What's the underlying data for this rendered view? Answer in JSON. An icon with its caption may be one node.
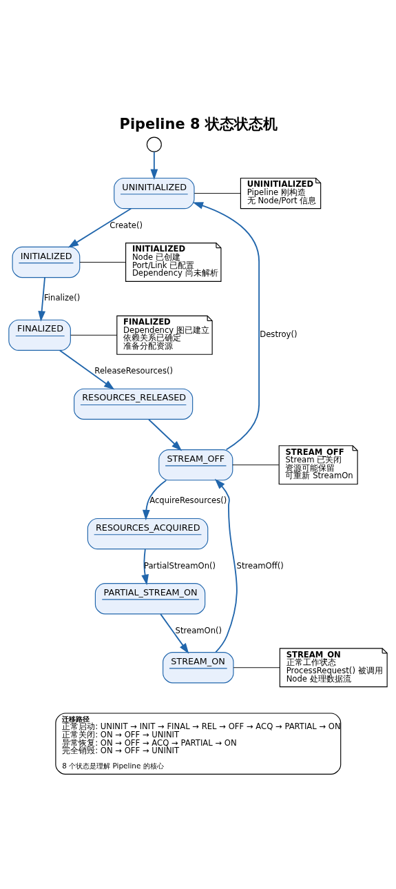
{
  "diagram": {
    "title": "Pipeline 8 状态状态机",
    "nodes": [
      {
        "text": [],
        "shape": "circle"
      },
      {
        "text": [
          "UNINITIALIZED"
        ]
      },
      {
        "text": [
          "INITIALIZED"
        ]
      },
      {
        "text": [
          "FINALIZED"
        ]
      },
      {
        "text": [
          "RESOURCES_RELEASED"
        ]
      },
      {
        "text": [
          "STREAM_OFF"
        ]
      },
      {
        "text": [
          "RESOURCES_ACQUIRED"
        ]
      },
      {
        "text": [
          "PARTIAL_STREAM_ON"
        ]
      },
      {
        "text": [
          "STREAM_ON"
        ]
      },
      {
        "text": [
          "UNINITIALIZED",
          "Pipeline 刚构造",
          "无 Node/Port 信息"
        ]
      },
      {
        "text": [
          "INITIALIZED",
          "Node 已创建",
          "Port/Link 已配置",
          "Dependency 尚未解析"
        ]
      },
      {
        "text": [
          "FINALIZED",
          "Dependency 图已建立",
          "依赖关系已确定",
          "准备分配资源"
        ]
      },
      {
        "text": [
          "STREAM_OFF",
          "Stream 已关闭",
          "资源可能保留",
          "可重新 StreamOn"
        ]
      },
      {
        "text": [
          "STREAM_ON",
          "正常工作状态",
          "ProcessRequest() 被调用",
          "Node 处理数据流"
        ]
      },
      {
        "text": [
          "迁移路径",
          "正常启动: UNINIT → INIT → FINAL → REL → OFF → ACQ → PARTIAL → ON",
          "正常关闭: ON → OFF → UNINIT",
          "异常恢复: ON → OFF → ACQ → PARTIAL → ON",
          "完全销毁: ON → OFF → UNINIT",
          "8 个状态是理解 Pipeline 的核心"
        ]
      }
    ],
    "edges": [
      {
        "from": 0,
        "to": 1,
        "arrow": "to"
      },
      {
        "from": 1,
        "to": 2,
        "arrow": "to",
        "label": "Create()"
      },
      {
        "from": 2,
        "to": 3,
        "arrow": "to",
        "label": "Finalize()"
      },
      {
        "from": 3,
        "to": 4,
        "arrow": "to",
        "label": "ReleaseResources()"
      },
      {
        "from": 4,
        "to": 5,
        "arrow": "to"
      },
      {
        "from": 5,
        "to": 1,
        "arrow": "to",
        "label": "Destroy()"
      },
      {
        "from": 5,
        "to": 6,
        "arrow": "to",
        "label": "AcquireResources()"
      },
      {
        "from": 6,
        "to": 7,
        "arrow": "to",
        "label": "PartialStreamOn()"
      },
      {
        "from": 7,
        "to": 8,
        "arrow": "to",
        "label": "StreamOn()"
      },
      {
        "from": 8,
        "to": 5,
        "arrow": "to",
        "label": "StreamOff()"
      },
      {
        "from": 1,
        "to": 9,
        "arrow": "none",
        "color": "#000000"
      },
      {
        "from": 2,
        "to": 10,
        "arrow": "none",
        "color": "#000000"
      },
      {
        "from": 3,
        "to": 11,
        "arrow": "none",
        "color": "#000000"
      },
      {
        "from": 5,
        "to": 12,
        "arrow": "none",
        "color": "#000000"
      },
      {
        "from": 8,
        "to": 13,
        "arrow": "none",
        "color": "#000000"
      }
    ]
  }
}
